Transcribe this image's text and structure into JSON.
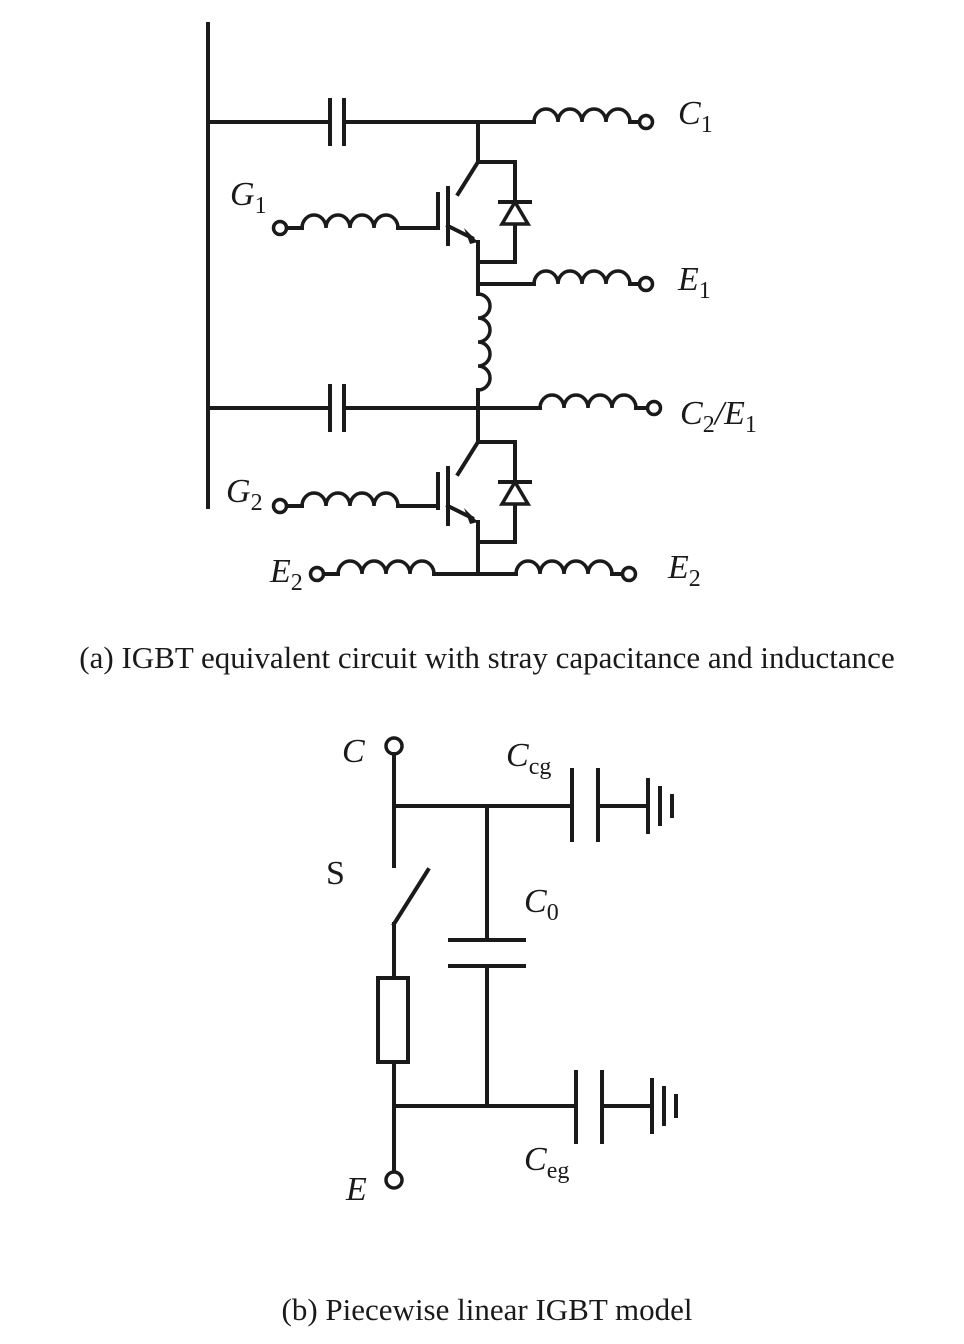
{
  "part_a": {
    "caption": "(a) IGBT equivalent circuit with stray capacitance and inductance",
    "labels": {
      "c1": {
        "main": "C",
        "sub": "1"
      },
      "g1": {
        "main": "G",
        "sub": "1"
      },
      "e1": {
        "main": "E",
        "sub": "1"
      },
      "c2e1": {
        "main": "C",
        "sub": "2",
        "sep": "/E",
        "sub2": "1"
      },
      "g2": {
        "main": "G",
        "sub": "2"
      },
      "e2_left": {
        "main": "E",
        "sub": "2"
      },
      "e2_right": {
        "main": "E",
        "sub": "2"
      }
    }
  },
  "part_b": {
    "caption": "(b) Piecewise linear IGBT model",
    "labels": {
      "c": "C",
      "e": "E",
      "s": "S",
      "ccg": {
        "main": "C",
        "sub": "cg"
      },
      "c0": {
        "main": "C",
        "sub": "0"
      },
      "ceg": {
        "main": "C",
        "sub": "eg"
      }
    }
  }
}
